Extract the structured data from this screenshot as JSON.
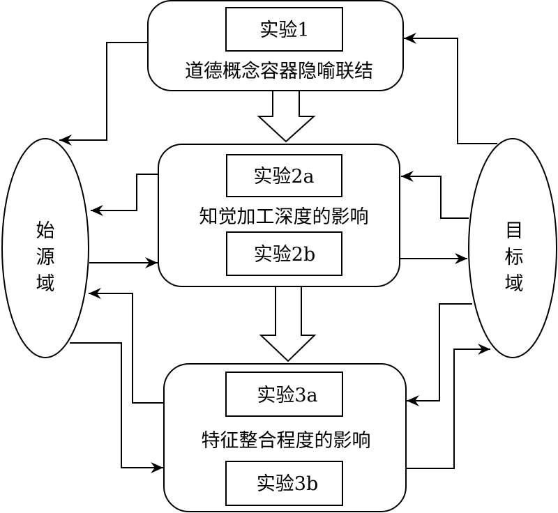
{
  "diagram": {
    "source_domain": {
      "label": "始源域",
      "chars": [
        "始",
        "源",
        "域"
      ]
    },
    "target_domain": {
      "label": "目标域",
      "chars": [
        "目",
        "标",
        "域"
      ]
    },
    "stages": [
      {
        "id": "stage1",
        "title": "道德概念容器隐喻联结",
        "experiments": [
          "实验1"
        ]
      },
      {
        "id": "stage2",
        "title": "知觉加工深度的影响",
        "experiments": [
          "实验2a",
          "实验2b"
        ]
      },
      {
        "id": "stage3",
        "title": "特征整合程度的影响",
        "experiments": [
          "实验3a",
          "实验3b"
        ]
      }
    ],
    "flows": [
      {
        "from": "stage1",
        "to": "stage2",
        "type": "hollow-block-arrow"
      },
      {
        "from": "stage2",
        "to": "stage3",
        "type": "hollow-block-arrow"
      },
      {
        "from": "stage1",
        "to": "source_domain",
        "type": "arrow"
      },
      {
        "from": "target_domain",
        "to": "stage1",
        "type": "arrow"
      },
      {
        "from": "stage2",
        "to": "source_domain",
        "type": "arrow"
      },
      {
        "from": "source_domain",
        "to": "stage2",
        "type": "arrow"
      },
      {
        "from": "target_domain",
        "to": "stage2",
        "type": "arrow"
      },
      {
        "from": "stage2",
        "to": "target_domain",
        "type": "arrow"
      },
      {
        "from": "stage3",
        "to": "source_domain",
        "type": "arrow"
      },
      {
        "from": "source_domain",
        "to": "stage3",
        "type": "arrow"
      },
      {
        "from": "target_domain",
        "to": "stage3",
        "type": "arrow"
      },
      {
        "from": "stage3",
        "to": "target_domain",
        "type": "arrow"
      }
    ],
    "colors": {
      "stroke": "#000000",
      "fill": "#ffffff",
      "text": "#000000"
    }
  }
}
